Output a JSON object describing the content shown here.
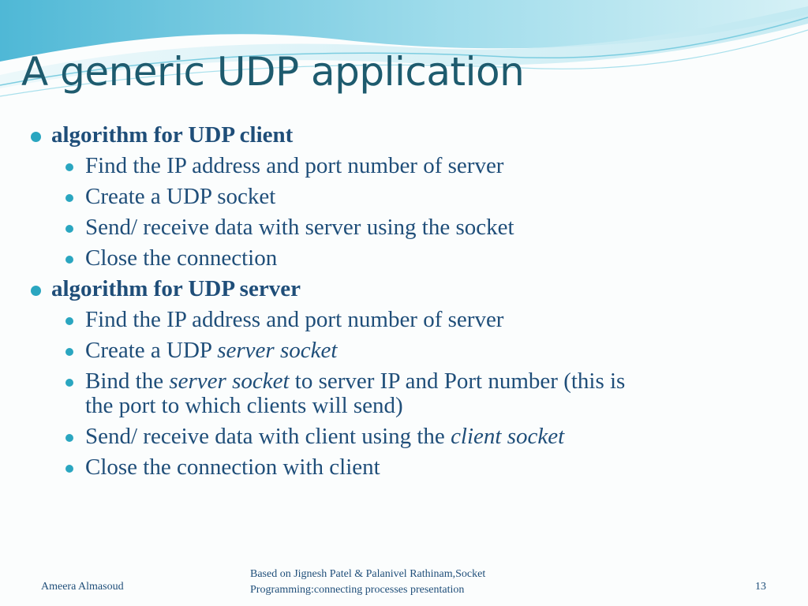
{
  "slide": {
    "title": "A generic UDP application",
    "client_heading": "algorithm for UDP client",
    "client_steps": [
      "Find the IP address and port number of server",
      "Create a UDP socket",
      "Send/ receive data with server using the socket",
      "Close the connection"
    ],
    "server_heading": "algorithm for UDP server",
    "server_steps": {
      "s1": "Find the IP address and port number of server",
      "s2_prefix": "Create a UDP ",
      "s2_italic": "server socket",
      "s3_prefix": "Bind the ",
      "s3_italic": "server socket",
      "s3_suffix": " to server IP and Port number (this is",
      "s3_line2": "the port to which clients will send)",
      "s4_prefix": "Send/ receive data with client using the ",
      "s4_italic": "client socket",
      "s5": "Close the connection with client"
    }
  },
  "footer": {
    "author": "Ameera Almasoud",
    "source_line1": "Based on Jignesh Patel & Palanivel Rathinam,Socket",
    "source_line2": "Programming:connecting processes presentation",
    "page_number": "13"
  },
  "colors": {
    "title": "#1e5b6e",
    "body_text": "#1f4e79",
    "bullet": "#2aa6c0",
    "wave": "#8fd3e3"
  }
}
